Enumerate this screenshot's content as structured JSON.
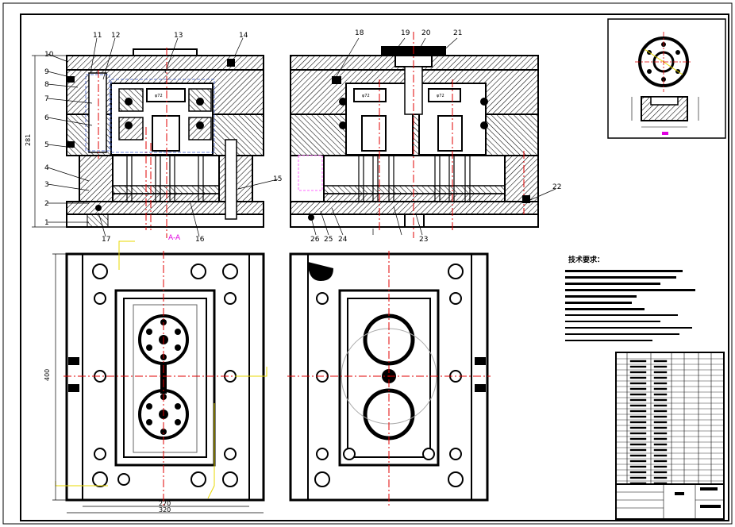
{
  "part_labels": [
    "1",
    "2",
    "3",
    "4",
    "5",
    "6",
    "7",
    "8",
    "9",
    "10",
    "11",
    "12",
    "13",
    "14",
    "15",
    "16",
    "17",
    "18",
    "19",
    "20",
    "21",
    "22",
    "23",
    "24",
    "25",
    "26"
  ],
  "section_label_left": "A-A",
  "dimensions": {
    "overall_height": "281",
    "plan_height": "400",
    "inner_width": "270",
    "outer_width": "320"
  },
  "detail_callouts": [
    "φ72",
    "φ72",
    "φ72"
  ],
  "tech_requirements": {
    "title": "技术要求："
  },
  "colors": {
    "line": "#000000",
    "hatch": "#000000",
    "center_red": "#e00000",
    "hidden_blue": "#3a5acc",
    "magenta": "#e000e0",
    "yellow": "#e8d800"
  }
}
